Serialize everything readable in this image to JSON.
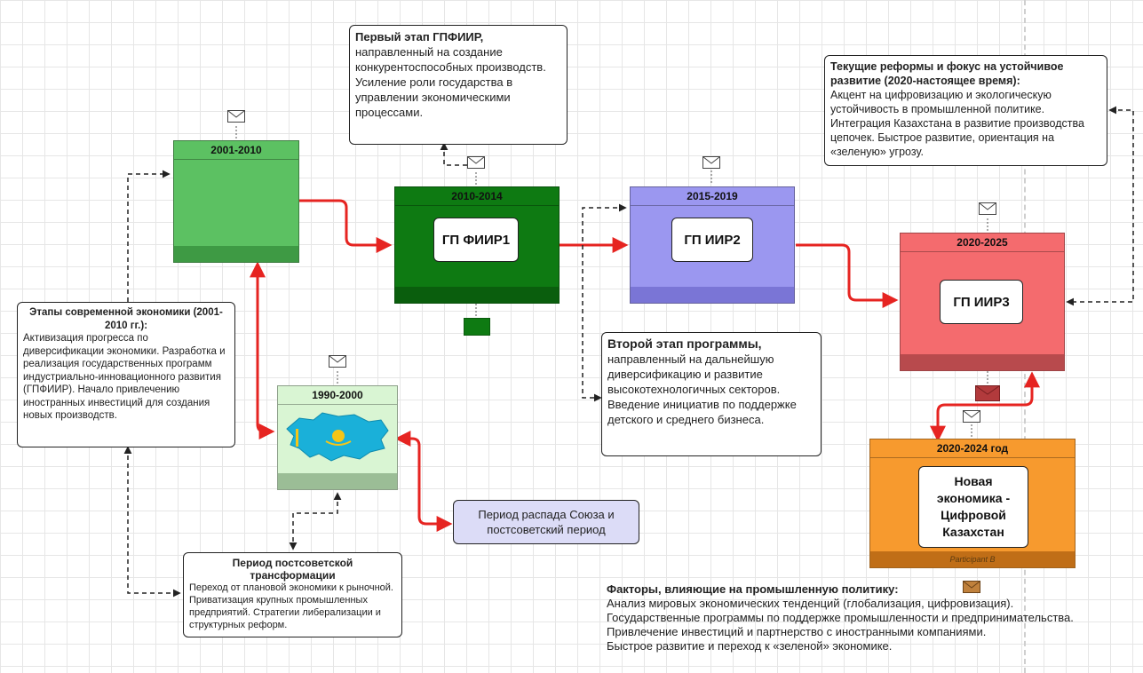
{
  "nodes": {
    "p2001": {
      "title": "2001-2010"
    },
    "p2010": {
      "title": "2010-2014",
      "card": "ГП ФИИР1"
    },
    "p2015": {
      "title": "2015-2019",
      "card": "ГП ИИР2"
    },
    "p2020": {
      "title": "2020-2025",
      "card": "ГП ИИР3"
    },
    "p1990": {
      "title": "1990-2000"
    },
    "p2024": {
      "title": "2020-2024 год",
      "card": "Новая экономика - Цифровой Казахстан",
      "footer": "Participant B"
    }
  },
  "notes": {
    "first_stage": {
      "title": "Первый этап ГПФИИР,",
      "body": "направленный на создание конкурентоспособных производств. Усиление роли государства в управлении экономическими процессами."
    },
    "current": {
      "title": "Текущие реформы и фокус на устойчивое развитие (2020-настоящее время):",
      "body": "Акцент на цифровизацию и экологическую устойчивость в промышленной политике. Интеграция Казахстана в развитие производства цепочек. Быстрое развитие, ориентация на «зеленую» угрозу."
    },
    "stages": {
      "title": "Этапы современной экономики (2001-2010 гг.):",
      "body": "Активизация прогресса по диверсификации экономики. Разработка и реализация государственных программ индустриально-инновационного развития (ГПФИИР). Начало привлечению иностранных инвестиций для создания новых производств."
    },
    "second_stage": {
      "title": "Второй этап программы,",
      "body": "направленный на дальнейшую диверсификацию и развитие высокотехнологичных секторов. Введение инициатив по поддержке детского и среднего бизнеса."
    },
    "postsoviet": {
      "title": "Период постсоветской трансформации",
      "body": "Переход от плановой экономики к рыночной. Приватизация крупных промышленных предприятий. Стратегии либерализации и структурных реформ."
    },
    "collapse": {
      "body": "Период распада Союза и постсоветский период"
    }
  },
  "factors": {
    "title": "Факторы, влияющие на промышленную политику:",
    "lines": [
      "Анализ мировых экономических тенденций (глобализация, цифровизация).",
      "Государственные программы по поддержке промышленности и предпринимательства.",
      "Привлечение инвестиций и партнерство с иностранными компаниями.",
      "Быстрое развитие и переход к «зеленой» экономике."
    ]
  },
  "colors": {
    "green_light": "#5cc162",
    "green_dark": "#0e7a12",
    "purple": "#9b97f0",
    "red": "#f46b6e",
    "light_green": "#d9f5d3",
    "orange": "#f79a2e",
    "lavender": "#dcdcf7",
    "arrow_red": "#e62421"
  }
}
